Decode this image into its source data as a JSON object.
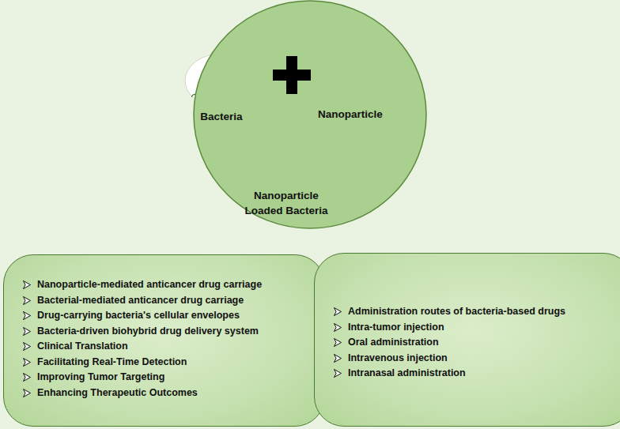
{
  "diagram": {
    "nodes": [
      {
        "text": []
      },
      {
        "text": [
          "Bacteria"
        ],
        "in": 0
      },
      {
        "text": [
          "Nanoparticle"
        ],
        "in": 0
      },
      {
        "text": [
          "Nanoparticle Loaded Bacteria"
        ],
        "in": 0
      },
      {
        "text": [
          "Nanoparticle-mediated anticancer drug carriage",
          "Bacterial-mediated anticancer drug carriage",
          "Drug-carrying bacteria's cellular envelopes",
          "Bacteria-driven biohybrid drug delivery system",
          "Clinical Translation",
          "Facilitating Real-Time Detection",
          "Improving Tumor Targeting",
          "Enhancing Therapeutic Outcomes"
        ]
      },
      {
        "text": [
          "Administration routes of bacteria-based drugs",
          "Intra-tumor injection",
          "Oral administration",
          "Intravenous injection",
          "Intranasal administration"
        ]
      }
    ]
  }
}
